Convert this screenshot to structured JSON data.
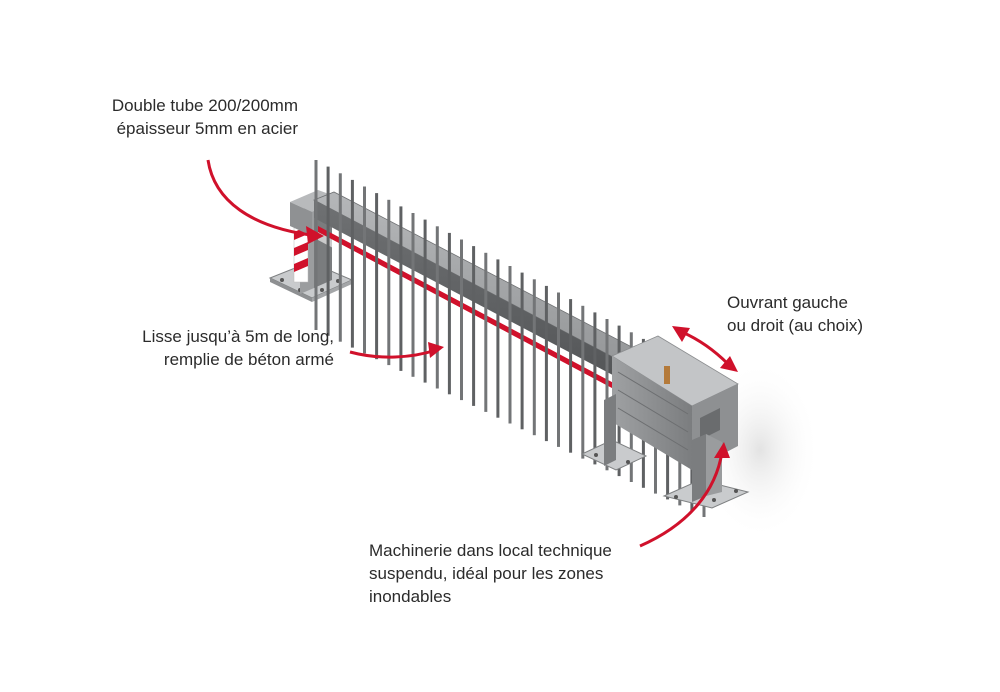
{
  "annotations": {
    "tube": {
      "line1": "Double tube 200/200mm",
      "line2": "épaisseur 5mm en acier"
    },
    "lisse": {
      "line1": "Lisse jusqu’à 5m de long,",
      "line2": "remplie de béton armé"
    },
    "ouvrant": {
      "line1": "Ouvrant gauche",
      "line2": "ou droit (au choix)"
    },
    "machinerie": {
      "line1": "Machinerie dans local technique",
      "line2": "suspendu, idéal pour les zones",
      "line3": "inondables"
    }
  },
  "colors": {
    "arrow": "#d0112b",
    "text": "#2b2b2b",
    "steel": "#8a8c8e",
    "steel_dark": "#5c5e60",
    "steel_light": "#c4c6c8"
  }
}
